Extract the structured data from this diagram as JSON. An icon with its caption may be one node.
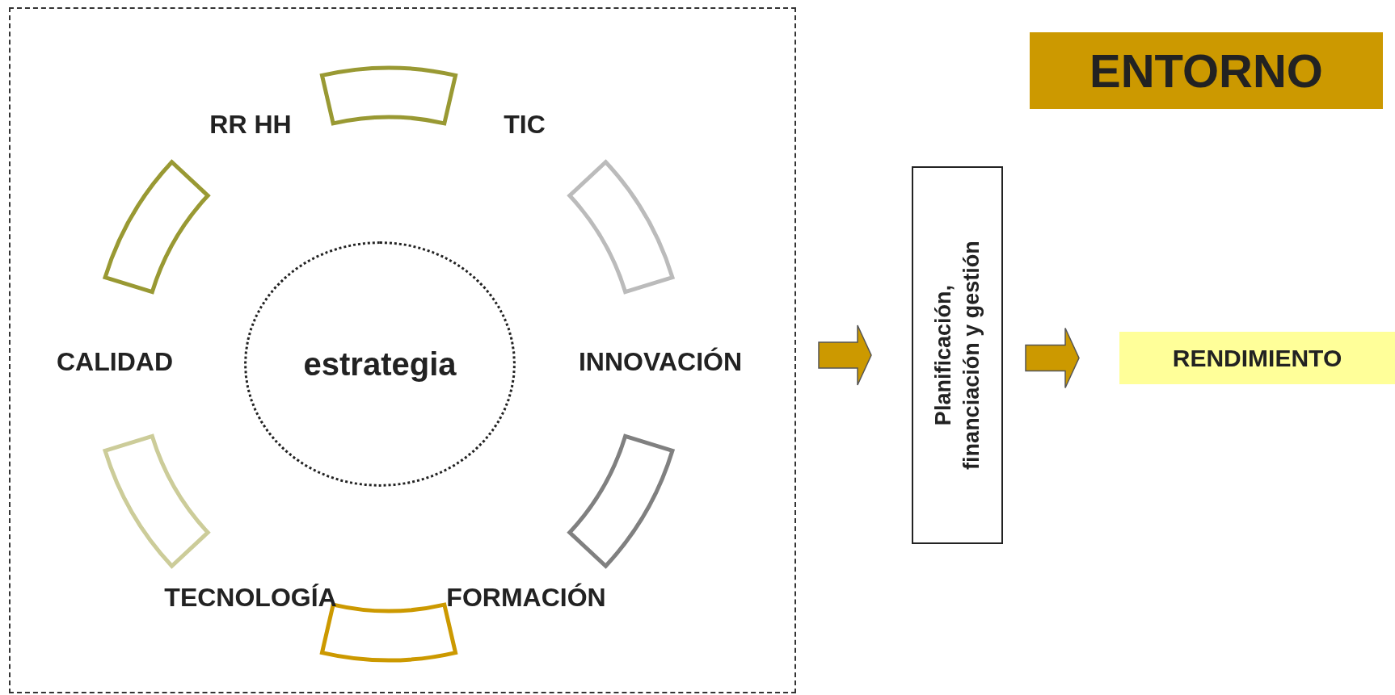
{
  "diagram": {
    "nodes": [
      {
        "text": [],
        "shape": "box"
      },
      {
        "text": [
          "estrategia"
        ],
        "in": 0
      },
      {
        "text": [
          "Planificación, financiación y gestión"
        ]
      },
      {
        "text": [
          "RENDIMIENTO"
        ]
      },
      {
        "text": [
          "ENTORNO"
        ]
      }
    ],
    "edges": [
      {
        "from": 0,
        "to": 2,
        "arrow": "to"
      },
      {
        "from": 2,
        "to": 3,
        "arrow": "to"
      }
    ],
    "labels": [
      "RR HH",
      "TIC",
      "CALIDAD",
      "INNOVACIÓN",
      "TECNOLOGÍA",
      "FORMACIÓN"
    ]
  }
}
